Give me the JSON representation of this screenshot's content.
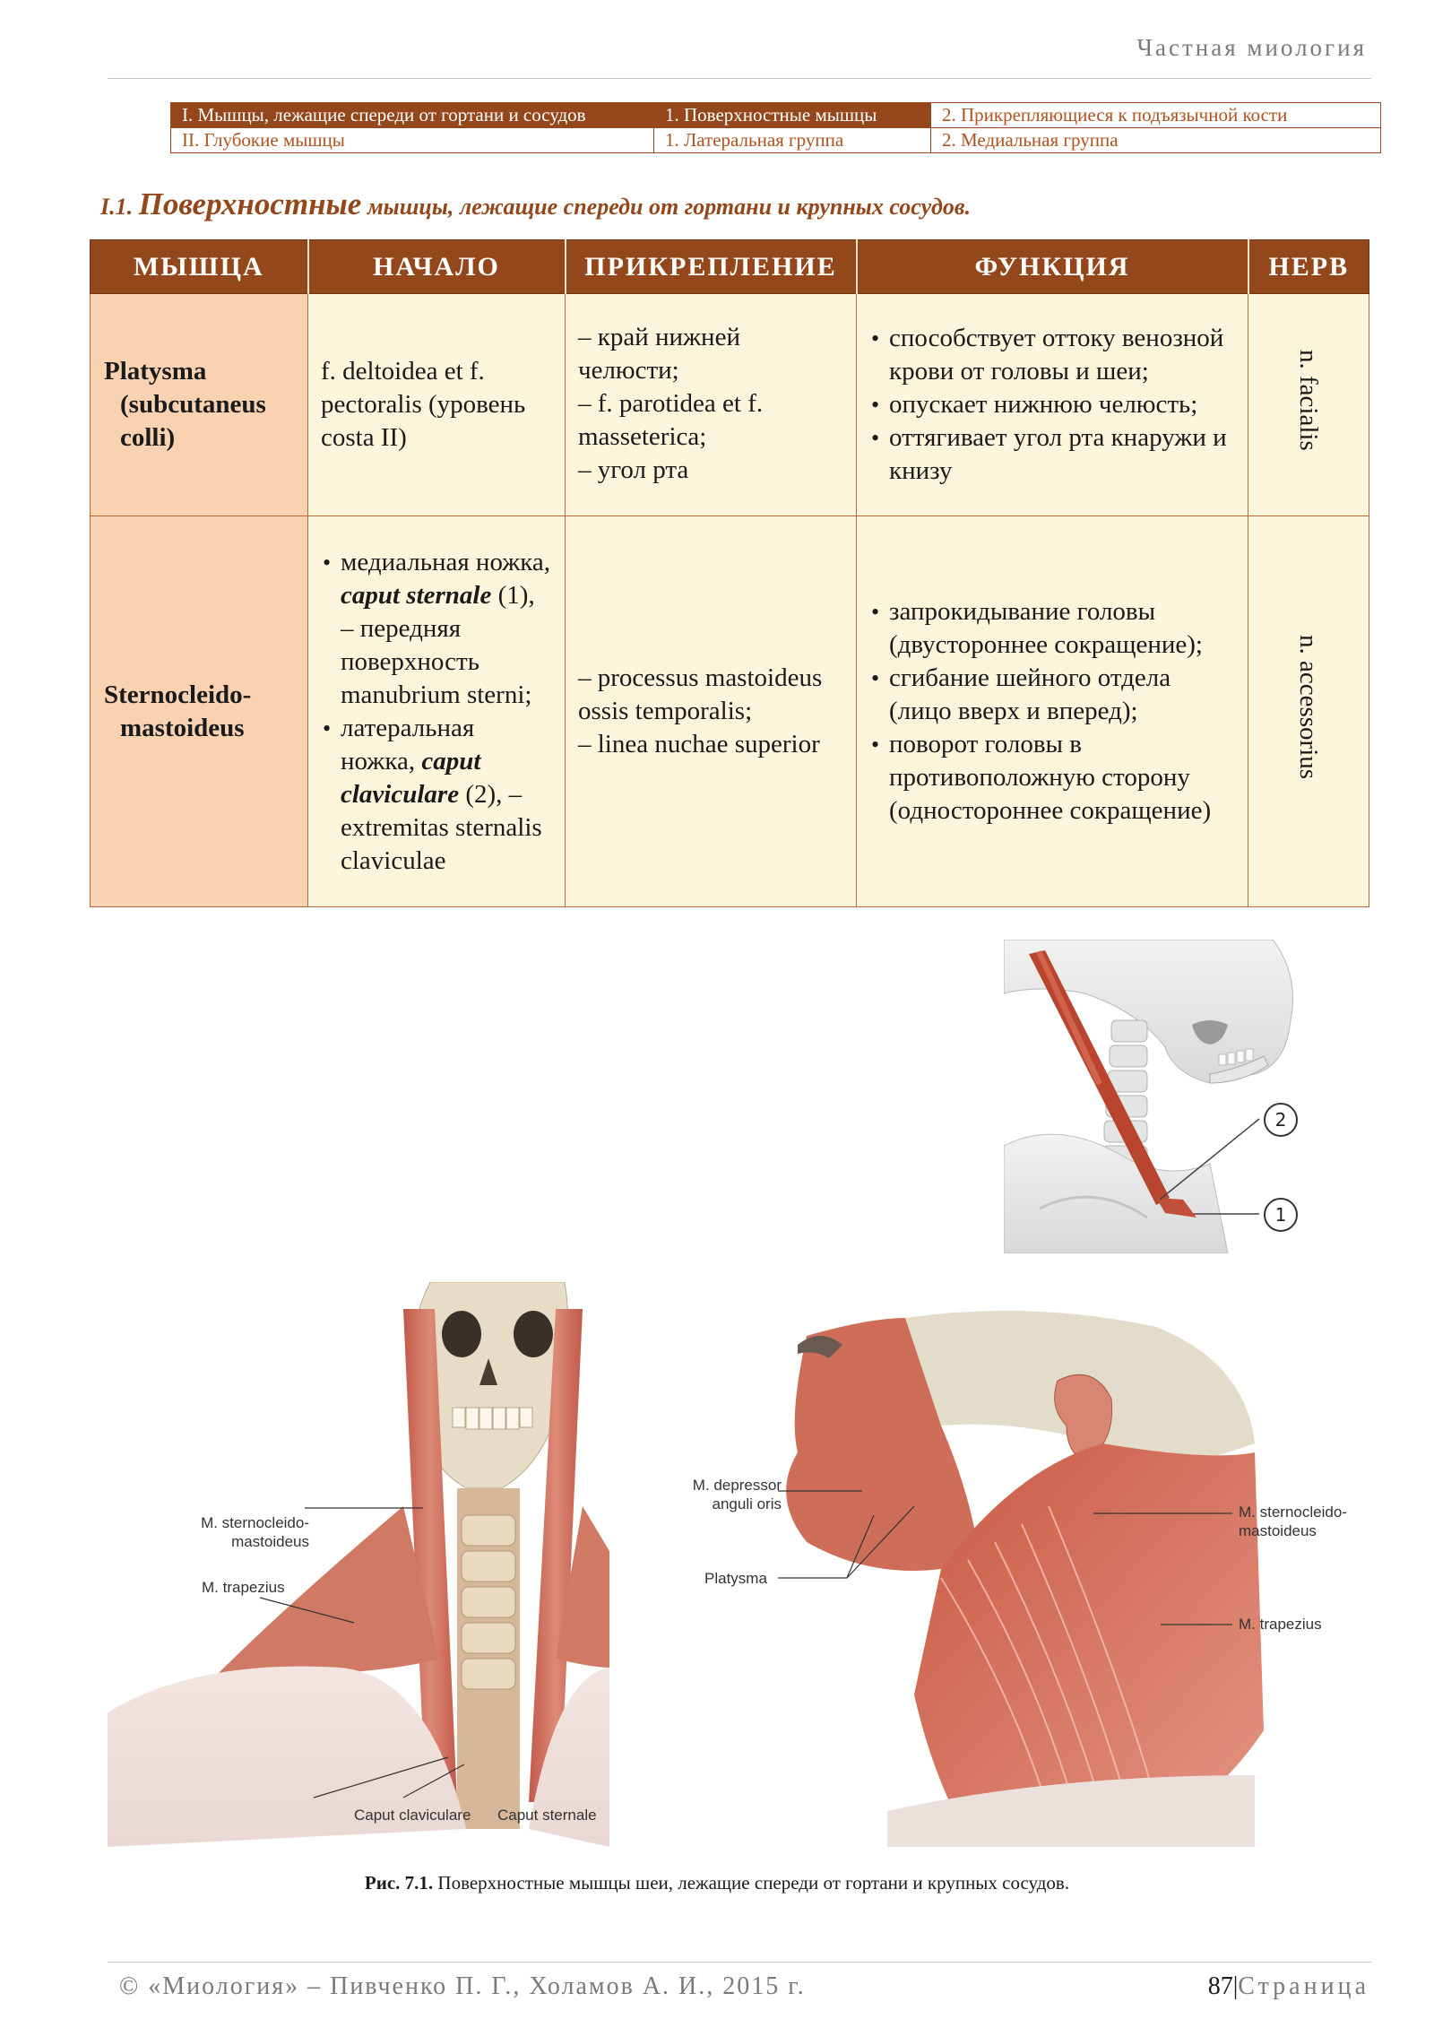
{
  "header": {
    "running_title": "Частная миология"
  },
  "nav": {
    "row1": [
      "I. Мышцы, лежащие спереди от гортани и сосудов",
      "1. Поверхностные мышцы",
      "2. Прикрепляющиеся к подъязычной кости"
    ],
    "row2": [
      "II. Глубокие мышцы",
      "1. Латеральная группа",
      "2. Медиальная группа"
    ]
  },
  "section": {
    "number": "I.1.",
    "lead": "Поверхностные",
    "rest": " мышцы, лежащие спереди от гортани и крупных сосудов."
  },
  "table": {
    "headers": [
      "МЫШЦА",
      "НАЧАЛО",
      "ПРИКРЕПЛЕНИЕ",
      "ФУНКЦИЯ",
      "НЕРВ"
    ],
    "rows": [
      {
        "name": {
          "line1": "Platysma",
          "line2": "(subcutaneus",
          "line3": "colli)"
        },
        "origin": "f. deltoidea et f. pectoralis (уровень costa II)",
        "insertion": [
          "– край нижней челюсти;",
          "– f. parotidea et f. masseterica;",
          "– угол рта"
        ],
        "function": [
          "способствует оттоку венозной крови от головы и шеи;",
          "опускает нижнюю челюсть;",
          "оттягивает угол рта кнаружи и книзу"
        ],
        "nerve": "n. facialis"
      },
      {
        "name": {
          "line1": "Sternocleido-",
          "line2": "mastoideus"
        },
        "origin": [
          {
            "pre": "медиальная ножка, ",
            "em": "caput sternale",
            "post": " (1), – передняя поверхность manubrium sterni;"
          },
          {
            "pre": "латеральная ножка, ",
            "em": "caput claviculare",
            "post": " (2), – extremitas sternalis claviculae"
          }
        ],
        "insertion": [
          "– processus mastoideus ossis temporalis;",
          "– linea nuchae superior"
        ],
        "function": [
          "запрокидывание головы (двустороннее сокращение);",
          "сгибание шейного отдела (лицо вверх и вперед);",
          "поворот головы в противоположную сторону (одностороннее сокращение)"
        ],
        "nerve": "n. accessorius"
      }
    ]
  },
  "figure_top": {
    "callout_1": "1",
    "callout_2": "2"
  },
  "figure_front": {
    "labels": {
      "scm": "M. sternocleido-\nmastoideus",
      "trapezius": "M. trapezius",
      "caput_claviculare": "Caput claviculare",
      "caput_sternale": "Caput sternale"
    }
  },
  "figure_side": {
    "labels": {
      "depressor": "M. depressor\nanguli oris",
      "platysma": "Platysma",
      "scm": "M. sternocleido-\nmastoideus",
      "trapezius": "M. trapezius"
    }
  },
  "caption": {
    "label": "Рис. 7.1.",
    "text": " Поверхностные мышцы шеи, лежащие спереди от гортани и крупных сосудов."
  },
  "footer": {
    "left": "© «Миология» – Пивченко П. Г., Холамов А. И., 2015 г.",
    "page": "87",
    "separator": "|",
    "word": "Страница"
  }
}
